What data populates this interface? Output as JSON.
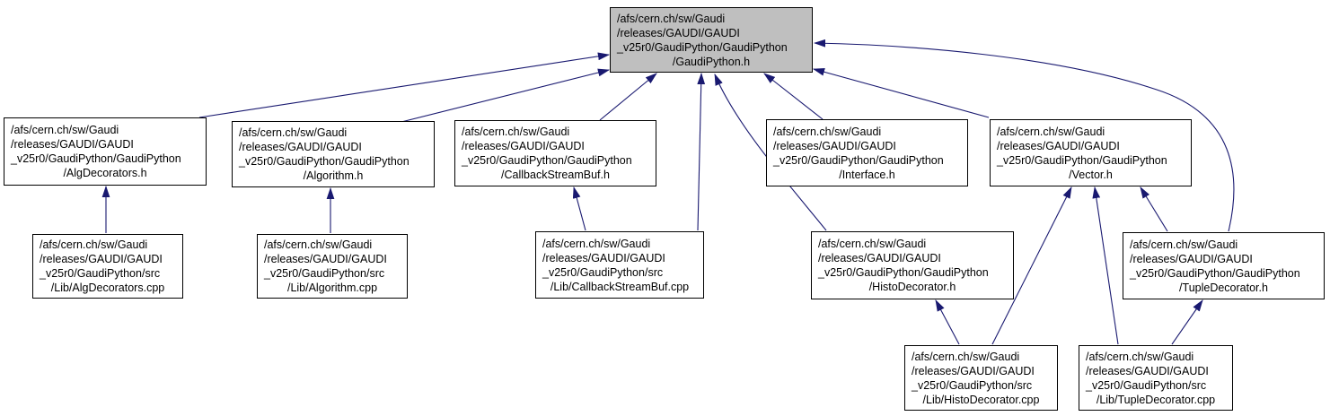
{
  "diagram": {
    "type": "include-dependency-graph",
    "colors": {
      "root_node_fill": "#bfbfbf",
      "node_fill": "#ffffff",
      "node_border": "#000000",
      "edge": "#191970",
      "background": "#ffffff"
    },
    "nodes": {
      "root": {
        "lines": [
          "/afs/cern.ch/sw/Gaudi",
          "/releases/GAUDI/GAUDI",
          "_v25r0/GaudiPython/GaudiPython",
          "/GaudiPython.h"
        ]
      },
      "alg_decorators_h": {
        "lines": [
          "/afs/cern.ch/sw/Gaudi",
          "/releases/GAUDI/GAUDI",
          "_v25r0/GaudiPython/GaudiPython",
          "/AlgDecorators.h"
        ]
      },
      "algorithm_h": {
        "lines": [
          "/afs/cern.ch/sw/Gaudi",
          "/releases/GAUDI/GAUDI",
          "_v25r0/GaudiPython/GaudiPython",
          "/Algorithm.h"
        ]
      },
      "callback_stream_buf_h": {
        "lines": [
          "/afs/cern.ch/sw/Gaudi",
          "/releases/GAUDI/GAUDI",
          "_v25r0/GaudiPython/GaudiPython",
          "/CallbackStreamBuf.h"
        ]
      },
      "interface_h": {
        "lines": [
          "/afs/cern.ch/sw/Gaudi",
          "/releases/GAUDI/GAUDI",
          "_v25r0/GaudiPython/GaudiPython",
          "/Interface.h"
        ]
      },
      "vector_h": {
        "lines": [
          "/afs/cern.ch/sw/Gaudi",
          "/releases/GAUDI/GAUDI",
          "_v25r0/GaudiPython/GaudiPython",
          "/Vector.h"
        ]
      },
      "alg_decorators_cpp": {
        "lines": [
          "/afs/cern.ch/sw/Gaudi",
          "/releases/GAUDI/GAUDI",
          "_v25r0/GaudiPython/src",
          "/Lib/AlgDecorators.cpp"
        ]
      },
      "algorithm_cpp": {
        "lines": [
          "/afs/cern.ch/sw/Gaudi",
          "/releases/GAUDI/GAUDI",
          "_v25r0/GaudiPython/src",
          "/Lib/Algorithm.cpp"
        ]
      },
      "callback_stream_buf_cpp": {
        "lines": [
          "/afs/cern.ch/sw/Gaudi",
          "/releases/GAUDI/GAUDI",
          "_v25r0/GaudiPython/src",
          "/Lib/CallbackStreamBuf.cpp"
        ]
      },
      "histo_decorator_h": {
        "lines": [
          "/afs/cern.ch/sw/Gaudi",
          "/releases/GAUDI/GAUDI",
          "_v25r0/GaudiPython/GaudiPython",
          "/HistoDecorator.h"
        ]
      },
      "tuple_decorator_h": {
        "lines": [
          "/afs/cern.ch/sw/Gaudi",
          "/releases/GAUDI/GAUDI",
          "_v25r0/GaudiPython/GaudiPython",
          "/TupleDecorator.h"
        ]
      },
      "histo_decorator_cpp": {
        "lines": [
          "/afs/cern.ch/sw/Gaudi",
          "/releases/GAUDI/GAUDI",
          "_v25r0/GaudiPython/src",
          "/Lib/HistoDecorator.cpp"
        ]
      },
      "tuple_decorator_cpp": {
        "lines": [
          "/afs/cern.ch/sw/Gaudi",
          "/releases/GAUDI/GAUDI",
          "_v25r0/GaudiPython/src",
          "/Lib/TupleDecorator.cpp"
        ]
      }
    },
    "edges": [
      {
        "from": "AlgDecorators.h",
        "to": "GaudiPython.h"
      },
      {
        "from": "Algorithm.h",
        "to": "GaudiPython.h"
      },
      {
        "from": "CallbackStreamBuf.h",
        "to": "GaudiPython.h"
      },
      {
        "from": "CallbackStreamBuf.cpp",
        "to": "GaudiPython.h"
      },
      {
        "from": "HistoDecorator.h",
        "to": "GaudiPython.h"
      },
      {
        "from": "Interface.h",
        "to": "GaudiPython.h"
      },
      {
        "from": "Vector.h",
        "to": "GaudiPython.h"
      },
      {
        "from": "TupleDecorator.h",
        "to": "GaudiPython.h"
      },
      {
        "from": "AlgDecorators.cpp",
        "to": "AlgDecorators.h"
      },
      {
        "from": "Algorithm.cpp",
        "to": "Algorithm.h"
      },
      {
        "from": "CallbackStreamBuf.cpp",
        "to": "CallbackStreamBuf.h"
      },
      {
        "from": "HistoDecorator.cpp",
        "to": "HistoDecorator.h"
      },
      {
        "from": "HistoDecorator.cpp",
        "to": "Vector.h"
      },
      {
        "from": "TupleDecorator.cpp",
        "to": "Vector.h"
      },
      {
        "from": "TupleDecorator.cpp",
        "to": "TupleDecorator.h"
      },
      {
        "from": "TupleDecorator.h",
        "to": "Vector.h"
      }
    ]
  }
}
